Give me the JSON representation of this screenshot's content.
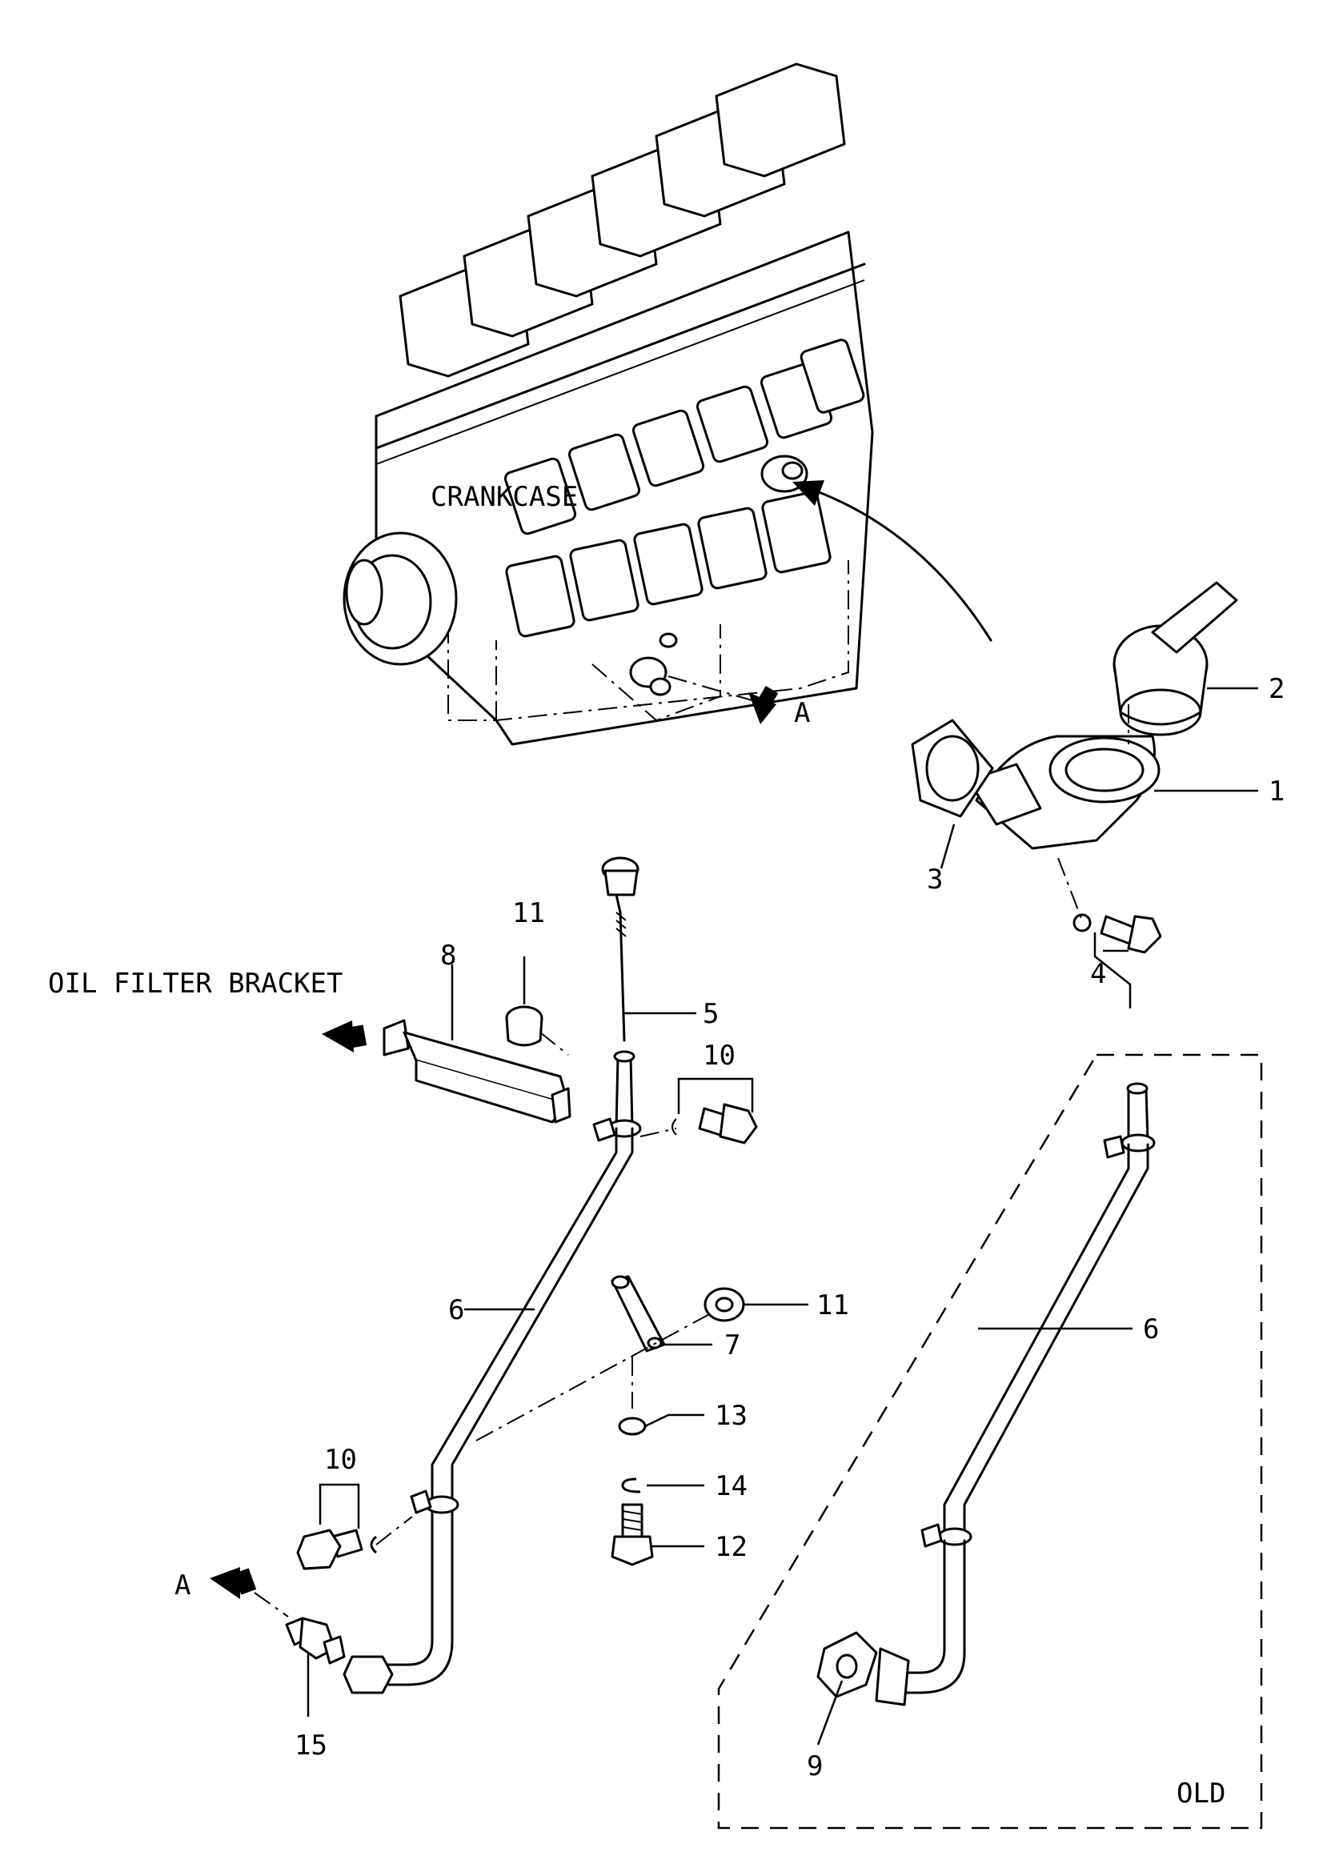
{
  "labels": {
    "crankcase": "CRANKCASE",
    "oil_filter_bracket": "OIL FILTER BRACKET",
    "old": "OLD",
    "view_a_top": "A",
    "view_a_bottom": "A"
  },
  "callouts": {
    "c1": "1",
    "c2": "2",
    "c3": "3",
    "c4": "4",
    "c5": "5",
    "c6_main": "6",
    "c6_old": "6",
    "c7": "7",
    "c8": "8",
    "c9": "9",
    "c10_upper": "10",
    "c10_lower": "10",
    "c11_upper": "11",
    "c11_right": "11",
    "c12": "12",
    "c13": "13",
    "c14": "14",
    "c15": "15"
  }
}
